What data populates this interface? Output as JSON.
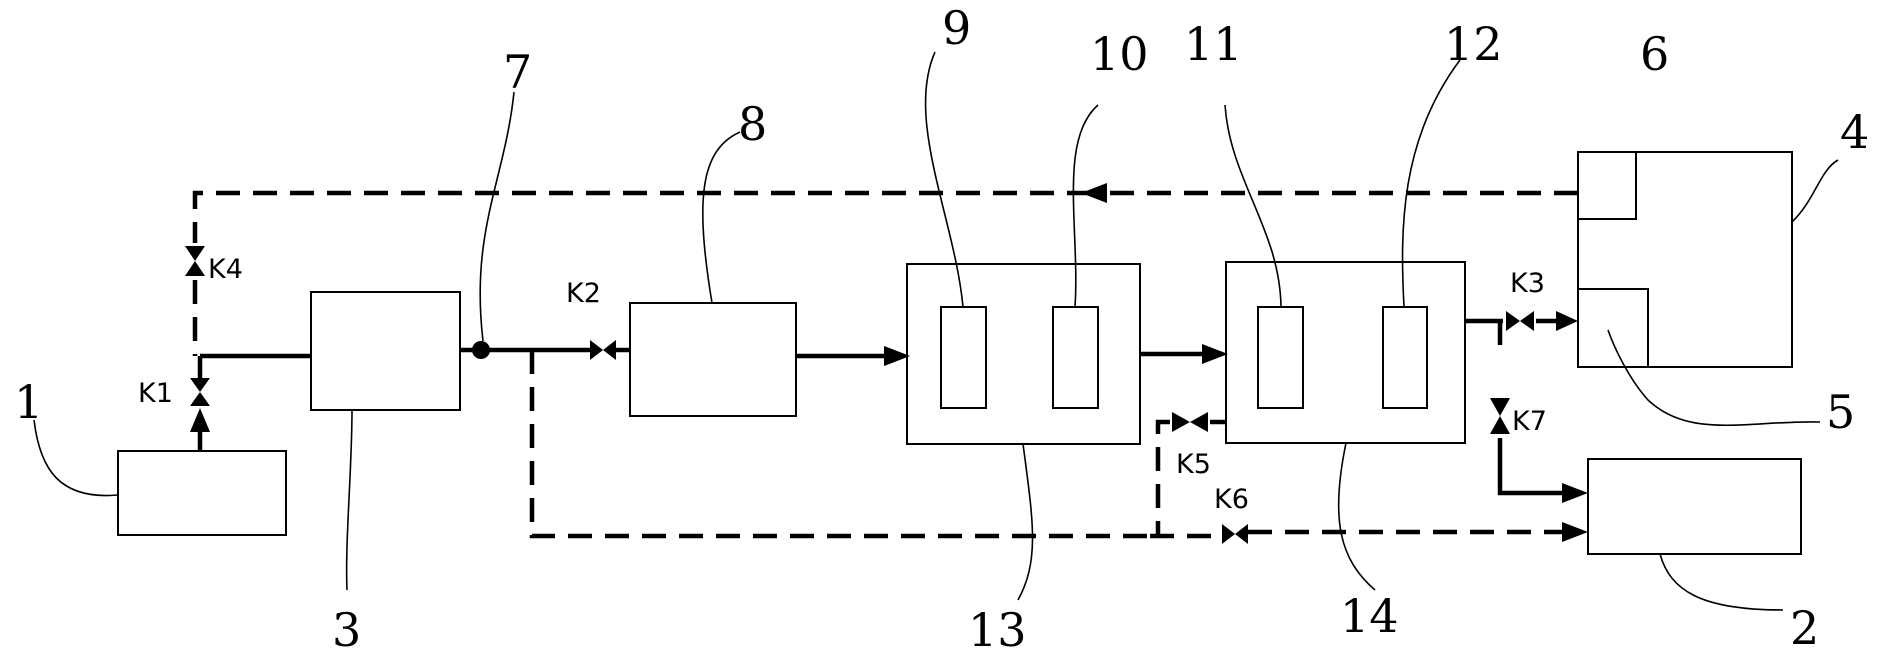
{
  "labels": {
    "n1": "1",
    "n2": "2",
    "n3": "3",
    "n4": "4",
    "n5": "5",
    "n6": "6",
    "n7": "7",
    "n8": "8",
    "n9": "9",
    "n10": "10",
    "n11": "11",
    "n12": "12",
    "n13": "13",
    "n14": "14"
  },
  "valves": {
    "k1": "K1",
    "k2": "K2",
    "k3": "K3",
    "k4": "K4",
    "k5": "K5",
    "k6": "K6",
    "k7": "K7"
  }
}
